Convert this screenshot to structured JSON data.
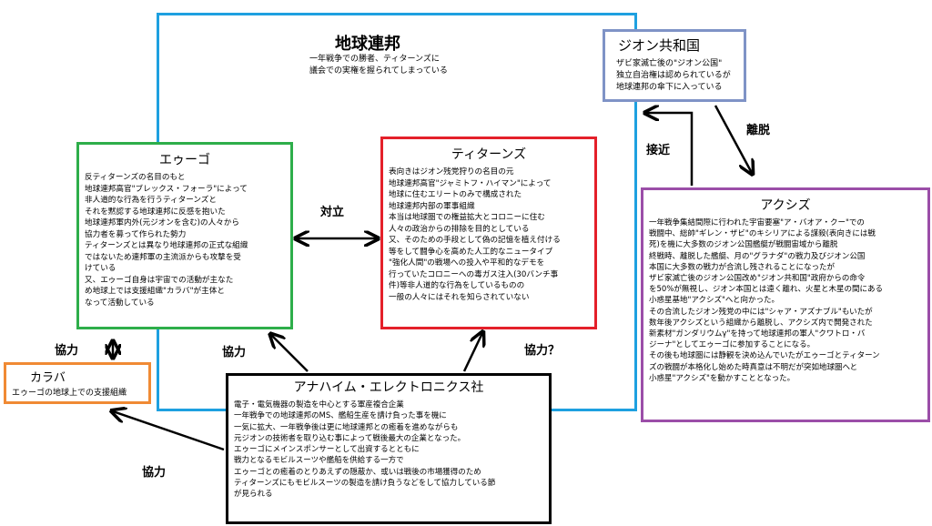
{
  "federation": {
    "title": "地球連邦",
    "desc": "一年戦争での勝者、ティターンズに\n議会での実権を握られてしまっている"
  },
  "aeug": {
    "title": "エゥーゴ",
    "body": "反ティターンズの名目のもと\n地球連邦高官\"ブレックス・フォーラ\"によって\n非人道的な行為を行うティターンズと\nそれを黙認する地球連邦に反感を抱いた\n地球連邦軍内外(元ジオンを含む)の人々から\n協力者を募って作られた勢力\nティターンズとは異なり地球連邦の正式な組織\nではないため連邦軍の主流派からも攻撃を受\nけている\n又、エゥーゴ自身は宇宙での活動が主なた\nめ地球上では支援組織\"カラバ\"が主体と\nなって活動している"
  },
  "titans": {
    "title": "ティターンズ",
    "body": "表向きはジオン残党狩りの名目の元\n地球連邦高官\"ジャミトフ・ハイマン\"によって\n地球に住むエリートのみで構成された\n地球連邦内部の軍事組織\n本当は地球圏での権益拡大とコロニーに住む\n人々の政治からの排除を目的としている\n又、そのための手段として偽の記憶を植え付ける\n等をして闘争心を高めた人工的なニュータイプ\n\"強化人間\"の戦場への投入や平和的なデモを\n行っていたコロニーへの毒ガス注入(30バンチ事\n件)等非人道的な行為をしているものの\n一般の人々にはそれを知らされていない"
  },
  "zeon": {
    "title": "ジオン共和国",
    "body": "ザビ家滅亡後の\"ジオン公国\"\n独立自治権は認められているが\n地球連邦の傘下に入っている"
  },
  "axis": {
    "title": "アクシズ",
    "body": "一年戦争集結間際に行われた宇宙要塞\"ア・バオア・クー\"での\n戦闘中、総帥\"ギレン・ザビ\"のキシリアによる謀殺(表向きには戦\n死)を機に大多数のジオン公国艦艇が戦闘宙域から離脱\n終戦時、離脱した艦艇、月の\"グラナダ\"の戦力及びジオン公国\n本国に大多数の戦力が合流し残されることになったが\nザビ家滅亡後のジオン公国改め\"ジオン共和国\"政府からの命令\nを50%が無視し、ジオン本国とは遠く離れ、火星と木星の間にある\n小惑星基地\"アクシズ\"へと向かった。\nその合流したジオン残党の中には\"シャア・アズナブル\"もいたが\n数年後アクシズという組織から離脱し、アクシズ内で開発された\n新素材\"ガンダリウムγ\"を持って地球連邦の軍人\"クワトロ・バ\nジーナ\"としてエゥーゴに参加することになる。\nその後も地球圏には静観を決め込んでいたがエゥーゴとティターン\nズの戦闘が本格化し始めた時真意は不明だが突如地球圏へと\n小惑星\"アクシズ\"を動かすこととなった。"
  },
  "karaba": {
    "title": "カラバ",
    "body": "エゥーゴの地球上での支援組織"
  },
  "anaheim": {
    "title": "アナハイム・エレクトロニクス社",
    "body": "電子・電気機器の製造を中心とする軍産複合企業\n一年戦争での地球連邦のMS、艦船生産を請け負った事を機に\n一気に拡大、一年戦争後は更に地球連邦との癒着を進めながらも\n元ジオンの技術者を取り込む事によって戦後最大の企業となった。\nエゥーゴにメインスポンサーとして出資するとともに\n戦力となるモビルスーツや艦船を供給する一方で\nエゥーゴとの癒着のとりあえずの隠蔽か、或いは戦後の市場獲得のため\nティターンズにもモビルスーツの製造を請け負うなどをして協力している節\nが見られる"
  },
  "relations": {
    "taiiritsu": "対立",
    "kyoryoku_karaba": "協力",
    "kyoryoku_ae_aeug": "協力",
    "kyoryoku_ae_titans": "協力？",
    "kyoryoku_ae_karaba": "協力",
    "sekkin": "接近",
    "ridatsu": "離脱"
  }
}
